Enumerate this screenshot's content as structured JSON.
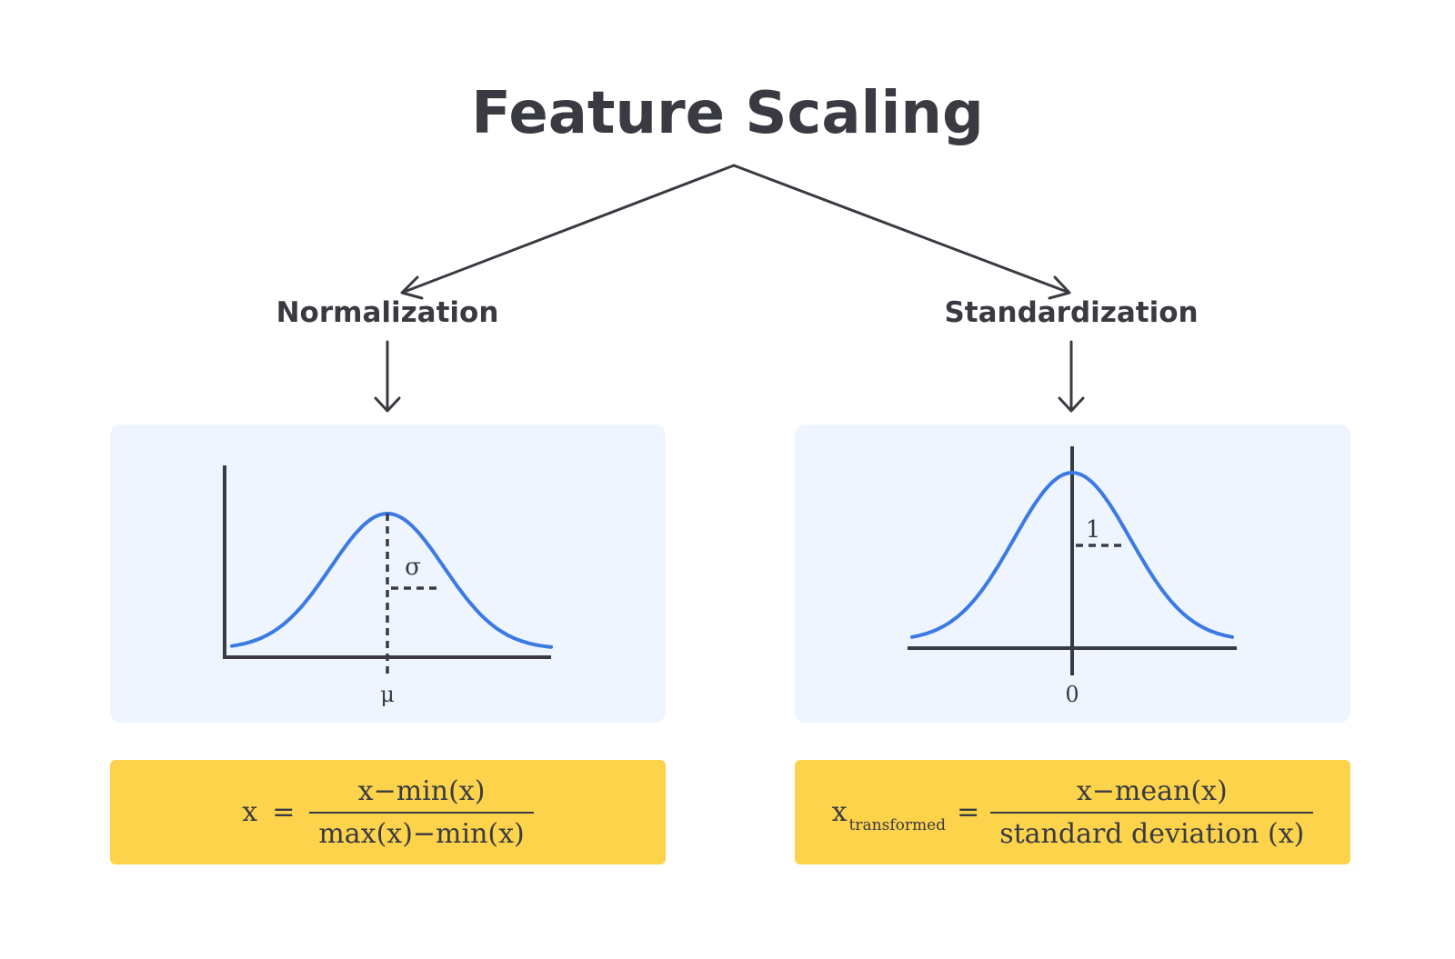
{
  "title": "Feature Scaling",
  "branches": {
    "left": {
      "label": "Normalization",
      "graph": {
        "mean_label": "μ",
        "sd_label": "σ"
      },
      "formula": {
        "lhs": "x",
        "equals": "=",
        "numerator": "x−min(x)",
        "denominator": "max(x)−min(x)"
      }
    },
    "right": {
      "label": "Standardization",
      "graph": {
        "zero_label": "0",
        "unit_label": "1"
      },
      "formula": {
        "lhs": "x",
        "lhs_subscript": "transformed",
        "equals": "=",
        "numerator": "x−mean(x)",
        "denominator": "standard deviation (x)"
      }
    }
  },
  "colors": {
    "text": "#3a3b42",
    "curve": "#3b7ae3",
    "graph_background": "#eef5ff",
    "formula_background": "#fcd34b"
  }
}
